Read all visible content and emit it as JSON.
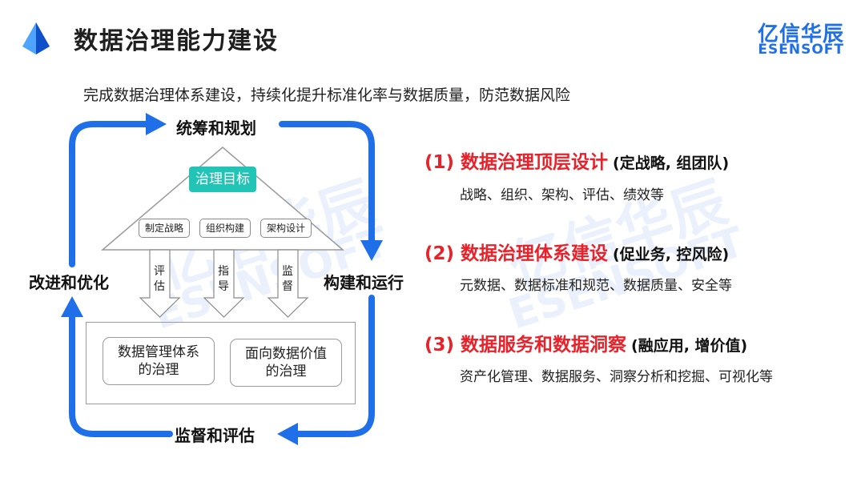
{
  "header": {
    "title": "数据治理能力建设",
    "logo_cn": "亿信华辰",
    "logo_en": "ESENSOFT"
  },
  "subtitle": "完成数据治理体系建设，持续化提升标准化率与数据质量，防范数据风险",
  "cycle": {
    "top": "统筹和规划",
    "right": "构建和运行",
    "bottom": "监督和评估",
    "left": "改进和优化"
  },
  "roof": {
    "goal": "治理目标",
    "items": [
      "制定战略",
      "组织构建",
      "架构设计"
    ]
  },
  "arrows": [
    "评估",
    "指导",
    "监督"
  ],
  "base": {
    "boxes": [
      "数据管理体系的治理",
      "面向数据价值的治理"
    ]
  },
  "points": [
    {
      "num": "(1)",
      "title": "数据治理顶层设计",
      "note": "(定战略, 组团队)",
      "detail": "战略、组织、架构、评估、绩效等"
    },
    {
      "num": "(2)",
      "title": "数据治理体系建设",
      "note": "(促业务, 控风险)",
      "detail": "元数据、数据标准和规范、数据质量、安全等"
    },
    {
      "num": "(3)",
      "title": "数据服务和数据洞察",
      "note": "(融应用, 增价值)",
      "detail": "资产化管理、数据服务、洞察分析和挖掘、可视化等"
    }
  ],
  "watermark": {
    "cn": "亿信华辰",
    "en": "ESENSOFT"
  },
  "colors": {
    "accent_blue": "#1f6fe8",
    "goal_teal": "#22c5b5",
    "point_red": "#e8222a"
  },
  "icons": {
    "logo_mark": "blue-prism-icon"
  }
}
